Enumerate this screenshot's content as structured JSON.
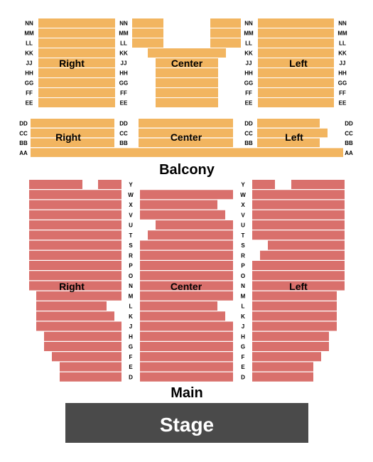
{
  "colors": {
    "balcony": "#F2B560",
    "main": "#D9706C",
    "stage": "#4A4A4A",
    "stage_text": "#FFFFFF"
  },
  "labels": {
    "balcony": "Balcony",
    "main": "Main",
    "stage": "Stage",
    "right": "Right",
    "center": "Center",
    "left": "Left"
  },
  "balcony_upper_rows": [
    "NN",
    "MM",
    "LL",
    "KK",
    "JJ",
    "HH",
    "GG",
    "FF",
    "EE"
  ],
  "balcony_lower_rows": [
    "DD",
    "CC",
    "BB",
    "AA"
  ],
  "main_rows": [
    "Y",
    "W",
    "X",
    "V",
    "U",
    "T",
    "S",
    "R",
    "P",
    "O",
    "N",
    "M",
    "L",
    "K",
    "J",
    "H",
    "G",
    "F",
    "E",
    "D"
  ]
}
